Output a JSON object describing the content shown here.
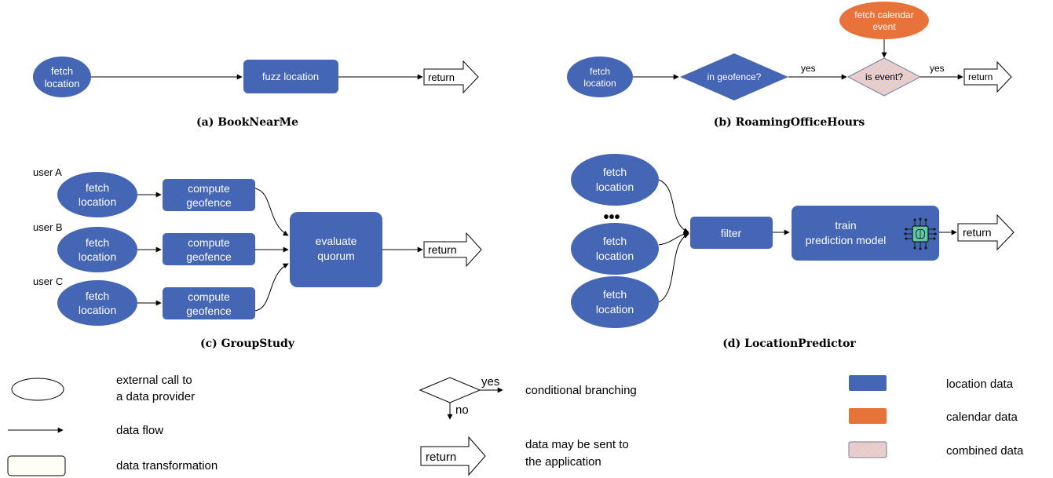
{
  "colors": {
    "location": "#4466b5",
    "calendar": "#e8733a",
    "combined_stripe_a": "#f3c9b6",
    "combined_stripe_b": "#d9d2e4",
    "line": "#000000"
  },
  "diagrams": {
    "a": {
      "caption": "(a) BookNearMe",
      "fetch_line1": "fetch",
      "fetch_line2": "location",
      "transform": "fuzz location",
      "return": "return"
    },
    "b": {
      "caption": "(b) RoamingOfficeHours",
      "fetch_line1": "fetch",
      "fetch_line2": "location",
      "calendar_line1": "fetch calendar",
      "calendar_line2": "event",
      "decision1": "in geofence?",
      "decision2": "is event?",
      "yes1": "yes",
      "yes2": "yes",
      "return": "return"
    },
    "c": {
      "caption": "(c) GroupStudy",
      "user_a": "user A",
      "user_b": "user B",
      "user_c": "user C",
      "fetch_line1": "fetch",
      "fetch_line2": "location",
      "compute_line1": "compute",
      "compute_line2": "geofence",
      "evaluate_line1": "evaluate",
      "evaluate_line2": "quorum",
      "return": "return"
    },
    "d": {
      "caption": "(d) LocationPredictor",
      "fetch_line1": "fetch",
      "fetch_line2": "location",
      "ellipsis": "•••",
      "filter": "filter",
      "train_line1": "train",
      "train_line2": "prediction model",
      "chip_icon": "ai-chip-icon",
      "return": "return"
    }
  },
  "legend": {
    "external_line1": "external call to",
    "external_line2": "a data provider",
    "data_flow": "data flow",
    "data_transformation": "data transformation",
    "decision_yes": "yes",
    "decision_no": "no",
    "conditional_branching": "conditional branching",
    "return_label": "return",
    "return_line1": "data may be sent to",
    "return_line2": "the application",
    "location_data": "location data",
    "calendar_data": "calendar data",
    "combined_data": "combined data"
  }
}
